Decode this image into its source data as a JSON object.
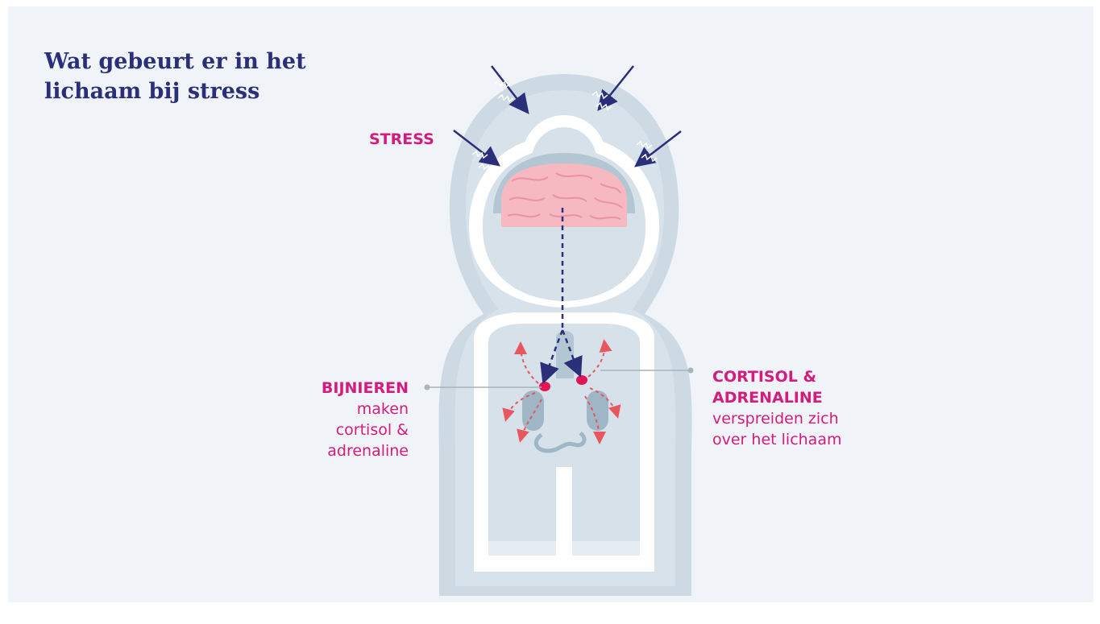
{
  "title_lines": [
    "Wat gebeurt er in het",
    "lichaam bij stress"
  ],
  "stress_label": "STRESS",
  "bijnieren": {
    "heading": "BIJNIEREN",
    "lines": [
      "maken",
      "cortisol &",
      "adrenaline"
    ]
  },
  "cortisol": {
    "heading_lines": [
      "CORTISOL &",
      "ADRENALINE"
    ],
    "lines": [
      "verspreiden zich",
      "over het lichaam"
    ]
  },
  "colors": {
    "title": "#2b2f7a",
    "accent": "#d41c7e",
    "arrows": "#2b2f7a",
    "brain": "#f6b9c2",
    "body": "#d6e1e9",
    "halo": "#c2d4df"
  }
}
